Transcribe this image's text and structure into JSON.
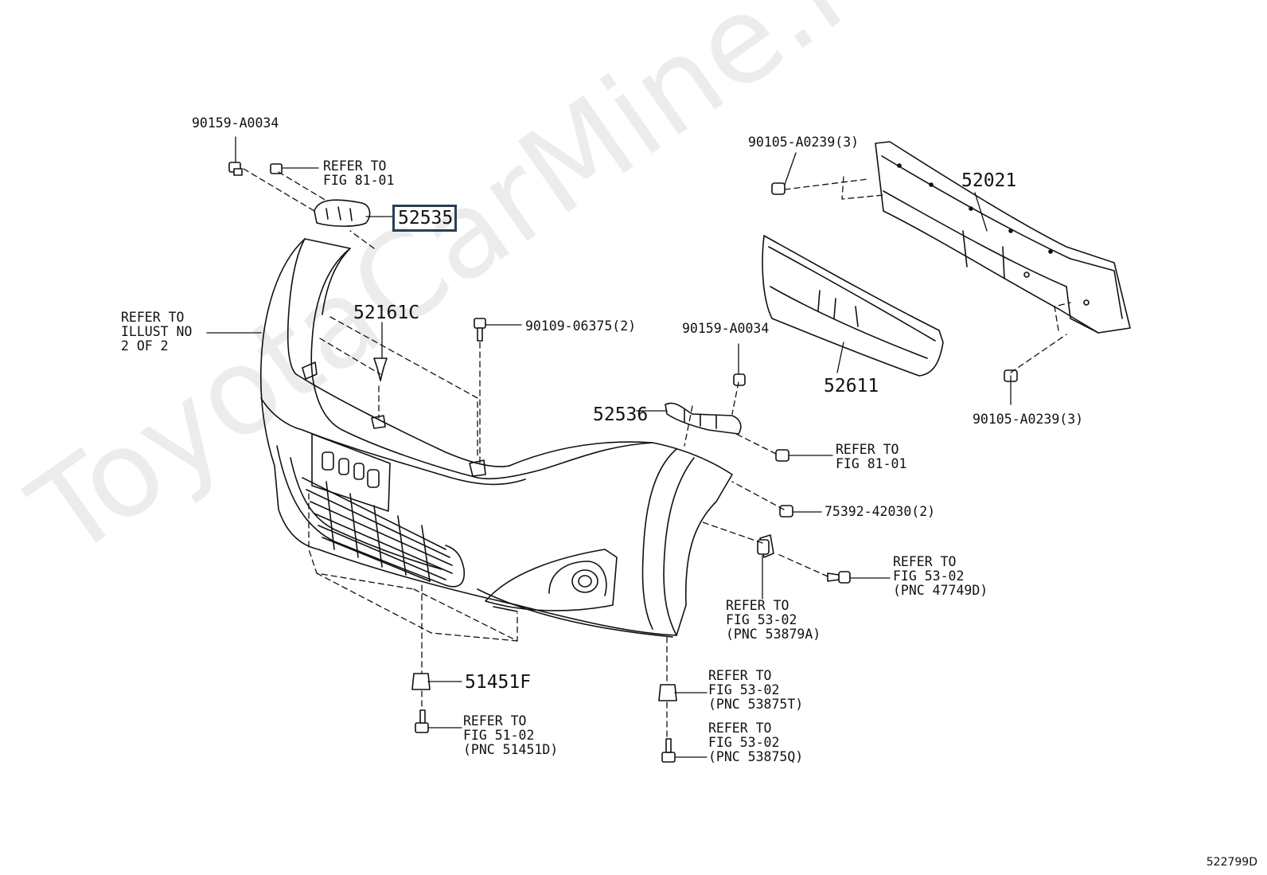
{
  "watermark": "ToyotaCarMine.ru",
  "diagram_code": "522799D",
  "parts": {
    "p90159a": "90159-A0034",
    "p52535": "52535",
    "p52161c": "52161C",
    "p90109": "90109-06375(2)",
    "p90105a": "90105-A0239(3)",
    "p52021": "52021",
    "p52611": "52611",
    "p90159b": "90159-A0034",
    "p52536": "52536",
    "p90105b": "90105-A0239(3)",
    "p75392": "75392-42030(2)",
    "p51451f": "51451F"
  },
  "refs": {
    "r_fig8101_a": [
      "REFER TO",
      "FIG 81-01"
    ],
    "r_illust": [
      "REFER TO",
      "ILLUST NO",
      "2 OF 2"
    ],
    "r_fig8101_b": [
      "REFER TO",
      "FIG 81-01"
    ],
    "r_47749d": [
      "REFER TO",
      "FIG 53-02",
      "(PNC 47749D)"
    ],
    "r_53879a": [
      "REFER TO",
      "FIG 53-02",
      "(PNC 53879A)"
    ],
    "r_53875t": [
      "REFER TO",
      "FIG 53-02",
      "(PNC 53875T)"
    ],
    "r_53875q": [
      "REFER TO",
      "FIG 53-02",
      "(PNC 53875Q)"
    ],
    "r_51451d": [
      "REFER TO",
      "FIG 51-02",
      "(PNC 51451D)"
    ]
  }
}
